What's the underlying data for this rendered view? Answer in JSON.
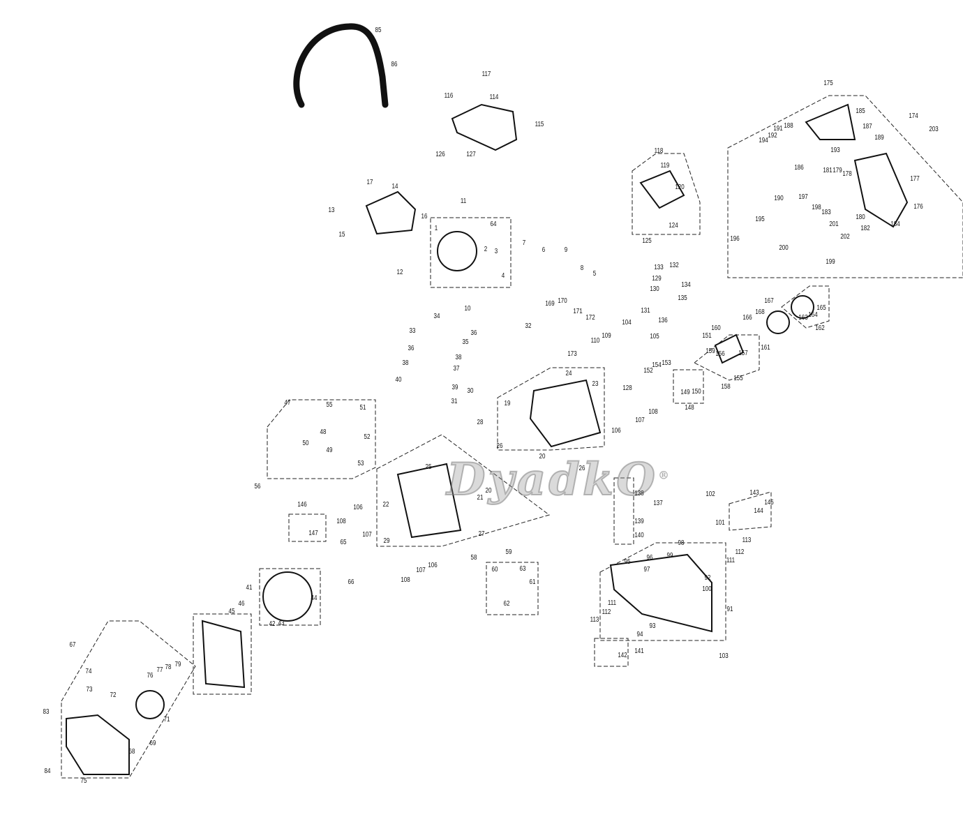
{
  "watermark": "DyadkO",
  "watermark_mark": "®",
  "part_numbers": [
    "85",
    "86",
    "117",
    "116",
    "114",
    "115",
    "126",
    "127",
    "175",
    "185",
    "174",
    "203",
    "187",
    "191",
    "188",
    "192",
    "194",
    "189",
    "193",
    "186",
    "181",
    "179",
    "178",
    "177",
    "190",
    "197",
    "176",
    "198",
    "183",
    "180",
    "201",
    "184",
    "182",
    "202",
    "195",
    "196",
    "200",
    "199",
    "118",
    "119",
    "120",
    "124",
    "125",
    "17",
    "14",
    "13",
    "16",
    "15",
    "11",
    "64",
    "1",
    "2",
    "3",
    "4",
    "7",
    "6",
    "9",
    "12",
    "8",
    "5",
    "133",
    "132",
    "134",
    "129",
    "130",
    "131",
    "135",
    "136",
    "104",
    "105",
    "109",
    "110",
    "169",
    "170",
    "171",
    "172",
    "173",
    "10",
    "32",
    "34",
    "36",
    "35",
    "33",
    "36",
    "38",
    "37",
    "38",
    "40",
    "39",
    "30",
    "31",
    "24",
    "23",
    "19",
    "28",
    "26",
    "26",
    "20",
    "20",
    "21",
    "25",
    "22",
    "27",
    "29",
    "108",
    "107",
    "106",
    "47",
    "55",
    "51",
    "52",
    "48",
    "50",
    "49",
    "53",
    "56",
    "146",
    "147",
    "106",
    "108",
    "107",
    "65",
    "66",
    "41",
    "42",
    "43",
    "44",
    "46",
    "45",
    "58",
    "59",
    "60",
    "63",
    "61",
    "62",
    "128",
    "106",
    "107",
    "108",
    "152",
    "154",
    "153",
    "148",
    "149",
    "150",
    "151",
    "160",
    "159",
    "156",
    "157",
    "155",
    "158",
    "161",
    "166",
    "168",
    "167",
    "163",
    "164",
    "165",
    "162",
    "137",
    "138",
    "139",
    "140",
    "102",
    "101",
    "143",
    "145",
    "144",
    "113",
    "112",
    "111",
    "98",
    "95",
    "96",
    "99",
    "97",
    "92",
    "100",
    "91",
    "111",
    "112",
    "113",
    "93",
    "94",
    "141",
    "142",
    "103",
    "67",
    "74",
    "73",
    "72",
    "76",
    "77",
    "78",
    "79",
    "71",
    "69",
    "68",
    "83",
    "84",
    "75"
  ]
}
